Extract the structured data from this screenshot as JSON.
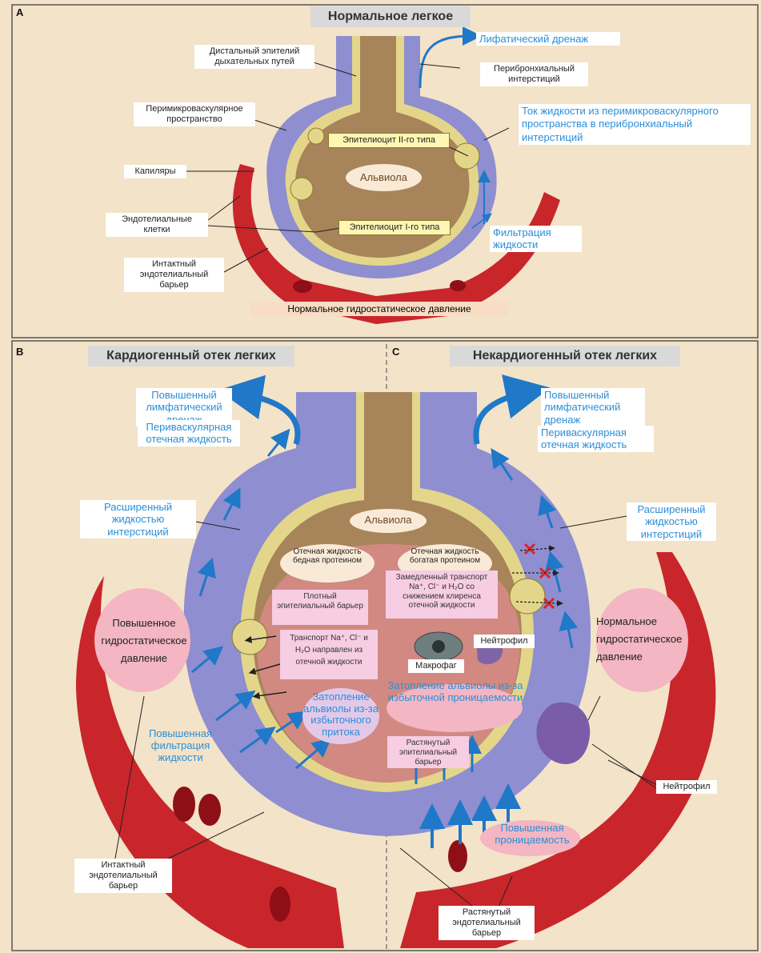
{
  "panelA": {
    "letter": "A",
    "title": "Нормальное легкое",
    "labels": {
      "distal": "Дистальный эпителий дыхательных путей",
      "lymph": "Лифатический дренаж",
      "peribronch": "Перибронхиальный интерстиций",
      "perimicro": "Перимикроваскулярное пространство",
      "flow": "Ток жидкости из перимикроваскулярного пространства в перибронхиальный интерстиций",
      "epi2": "Эпителиоцит II-го типа",
      "alveola": "Альвиола",
      "capillary": "Капиляры",
      "endo": "Эндотелиальные клетки",
      "epi1": "Эпителиоцит I-го типа",
      "filtration": "Фильтрация жидкости",
      "barrier": "Интактный эндотелиальный барьер",
      "pressure": "Нормальное гидростатическое давление"
    }
  },
  "panelB": {
    "letter": "B",
    "title": "Кардиогенный отек легких",
    "labels": {
      "lymph": "Повышенный лимфатический дренаж",
      "perivasc": "Периваскулярная отечная жидкость",
      "expanded": "Расширенный жидкостью интерстиций",
      "edema_poor": "Отечная жидкость бедная протеином",
      "dense": "Плотный эпителиальный барьер",
      "pressure": "Повышенное гидростатическое давление",
      "transport": "Транспорт Na⁺, Cl⁻ и H₂O направлен из отечной жидкости",
      "flooding": "Затопление альвиолы из-за избыточного притока",
      "filtration": "Повышенная фильтрация жидкости",
      "barrier": "Интактный эндотелиальный барьер"
    }
  },
  "panelC": {
    "letter": "C",
    "title": "Некардиогенный отек легких",
    "labels": {
      "lymph": "Повышенный лимфатический дренаж",
      "perivasc": "Периваскулярная отечная жидкость",
      "expanded": "Расширенный жидкостью интерстиций",
      "edema_rich": "Отечная жидкость богатая протеином",
      "slowed": "Замедленный транспорт Na⁺, Cl⁻ и H₂O со снижением клиренса отечной жидкости",
      "pressure": "Нормальное гидростатическое давление",
      "neutrophil1": "Нейтрофил",
      "macrophage": "Макрофаг",
      "flooding": "Затопление альвиолы из-за избыточной проницаемости",
      "stretched_epi": "Растянутый эпителиальный барьер",
      "neutrophil2": "Нейтрофил",
      "permeability": "Повышенная проницаемость",
      "stretched_endo": "Растянутый эндотелиальный барьер"
    }
  },
  "alveola_bc": "Альвиола",
  "colors": {
    "background": "#f3e3c8",
    "vessel": "#c8262b",
    "interstitium": "#8f8ed0",
    "alveolus": "#a8845a",
    "edema": "#d98a8a",
    "accent_blue": "#2a8fd8"
  }
}
